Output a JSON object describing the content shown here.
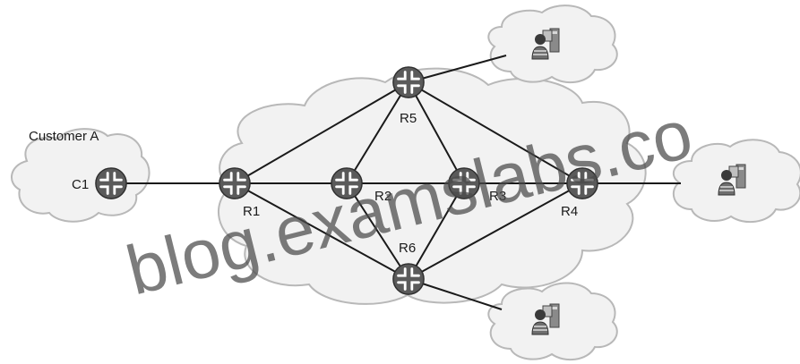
{
  "diagram": {
    "customer_label": "Customer A",
    "routers": {
      "c1": "C1",
      "r1": "R1",
      "r2": "R2",
      "r3": "R3",
      "r4": "R4",
      "r5": "R5",
      "r6": "R6"
    },
    "watermark": "blog.examslabs.co"
  },
  "colors": {
    "router_fill": "#5a5a5a",
    "link": "#1a1a1a",
    "cloud_fill": "#f2f2f2",
    "cloud_stroke": "#b8b8b8"
  }
}
